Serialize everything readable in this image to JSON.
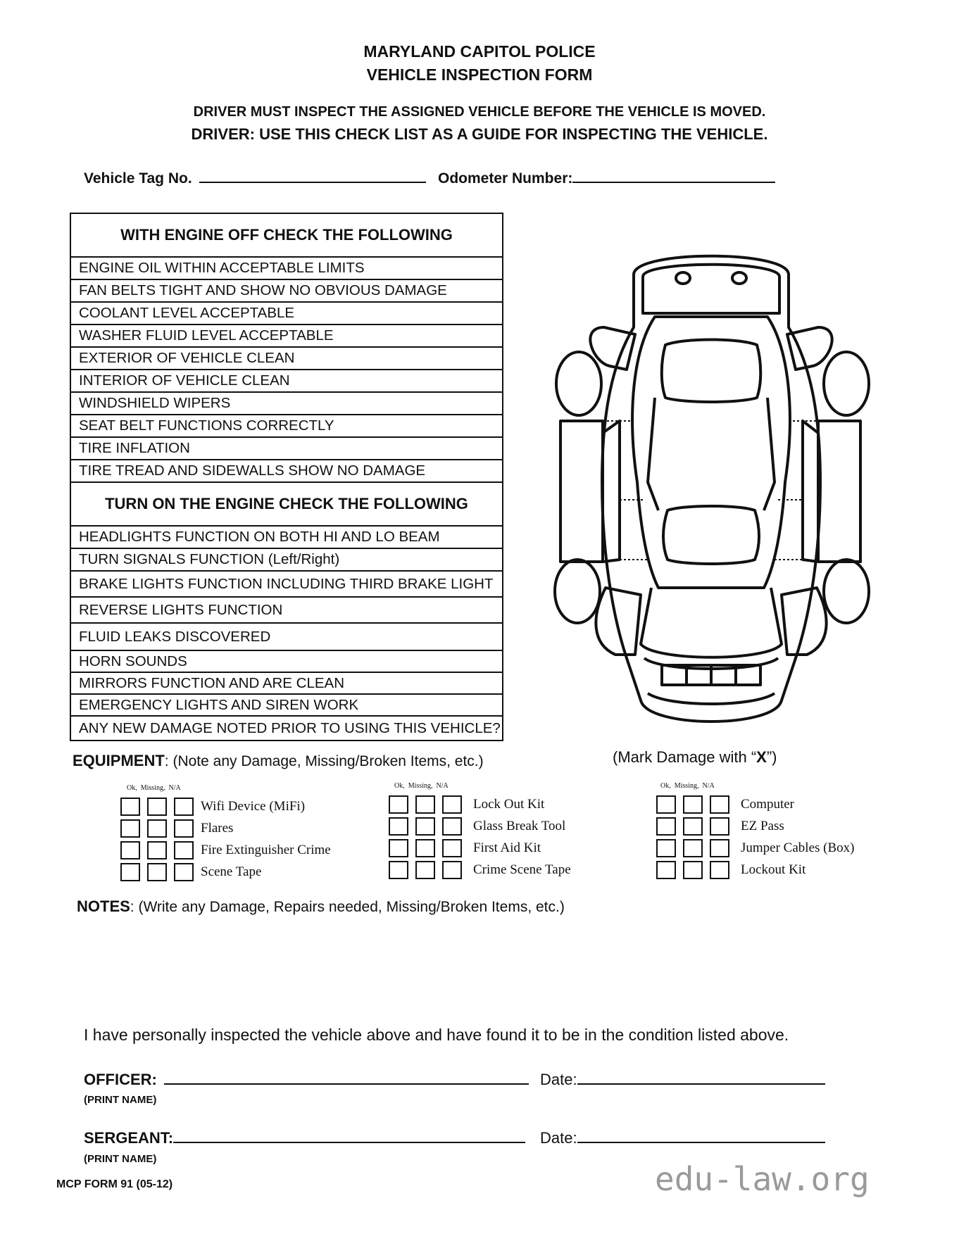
{
  "header": {
    "title_line1": "MARYLAND CAPITOL POLICE",
    "title_line2": "VEHICLE INSPECTION FORM",
    "instruction1": "DRIVER MUST INSPECT THE ASSIGNED VEHICLE BEFORE THE VEHICLE IS MOVED.",
    "instruction2": "DRIVER: USE THIS CHECK LIST AS A GUIDE FOR INSPECTING THE VEHICLE."
  },
  "fields": {
    "tag_label": "Vehicle Tag No.",
    "odometer_label": "Odometer Number:"
  },
  "checklist": {
    "engine_off_header": "WITH ENGINE OFF  CHECK THE FOLLOWING",
    "engine_off_items": [
      "ENGINE OIL WITHIN ACCEPTABLE LIMITS",
      "FAN BELTS TIGHT AND SHOW NO OBVIOUS DAMAGE",
      "COOLANT LEVEL ACCEPTABLE",
      "WASHER FLUID LEVEL ACCEPTABLE",
      "EXTERIOR OF VEHICLE CLEAN",
      "INTERIOR OF VEHICLE CLEAN",
      "WINDSHIELD WIPERS",
      "SEAT BELT FUNCTIONS CORRECTLY",
      "TIRE INFLATION",
      "TIRE TREAD AND SIDEWALLS SHOW NO DAMAGE"
    ],
    "engine_on_header": "TURN ON THE ENGINE CHECK THE FOLLOWING",
    "engine_on_items": [
      "HEADLIGHTS FUNCTION ON BOTH HI AND LO BEAM",
      "TURN SIGNALS FUNCTION (Left/Right)",
      "BRAKE LIGHTS FUNCTION INCLUDING THIRD BRAKE LIGHT",
      "REVERSE LIGHTS FUNCTION",
      "FLUID LEAKS DISCOVERED",
      "HORN SOUNDS",
      "MIRRORS FUNCTION AND ARE CLEAN",
      "EMERGENCY LIGHTS AND SIREN WORK",
      "ANY NEW DAMAGE NOTED PRIOR TO USING THIS VEHICLE?"
    ]
  },
  "diagram": {
    "caption_pre": "(Mark Damage with “",
    "caption_mark": "X",
    "caption_post": "”)"
  },
  "equipment": {
    "title": "EQUIPMENT",
    "subtitle": ": (Note any Damage, Missing/Broken Items, etc.)",
    "col_headers": [
      "Ok,",
      "Missing,",
      "N/A"
    ],
    "columns": [
      [
        "Wifi Device (MiFi)",
        "Flares",
        "Fire Extinguisher Crime",
        "Scene Tape"
      ],
      [
        "Lock Out Kit",
        "Glass Break Tool",
        "First Aid Kit",
        "Crime Scene Tape"
      ],
      [
        "Computer",
        "EZ Pass",
        "Jumper Cables (Box)",
        "Lockout Kit"
      ]
    ]
  },
  "notes": {
    "title": "NOTES",
    "subtitle": ": (Write any Damage, Repairs needed, Missing/Broken Items, etc.)"
  },
  "certification": "I have personally inspected the vehicle above and have found it to be in the condition listed above.",
  "signatures": {
    "officer_label": "OFFICER:",
    "sergeant_label": "SERGEANT:",
    "print_name": "(PRINT NAME)",
    "date_label": "Date:"
  },
  "footer": {
    "form_number": "MCP FORM 91 (05-12)",
    "watermark": "edu-law.org"
  }
}
